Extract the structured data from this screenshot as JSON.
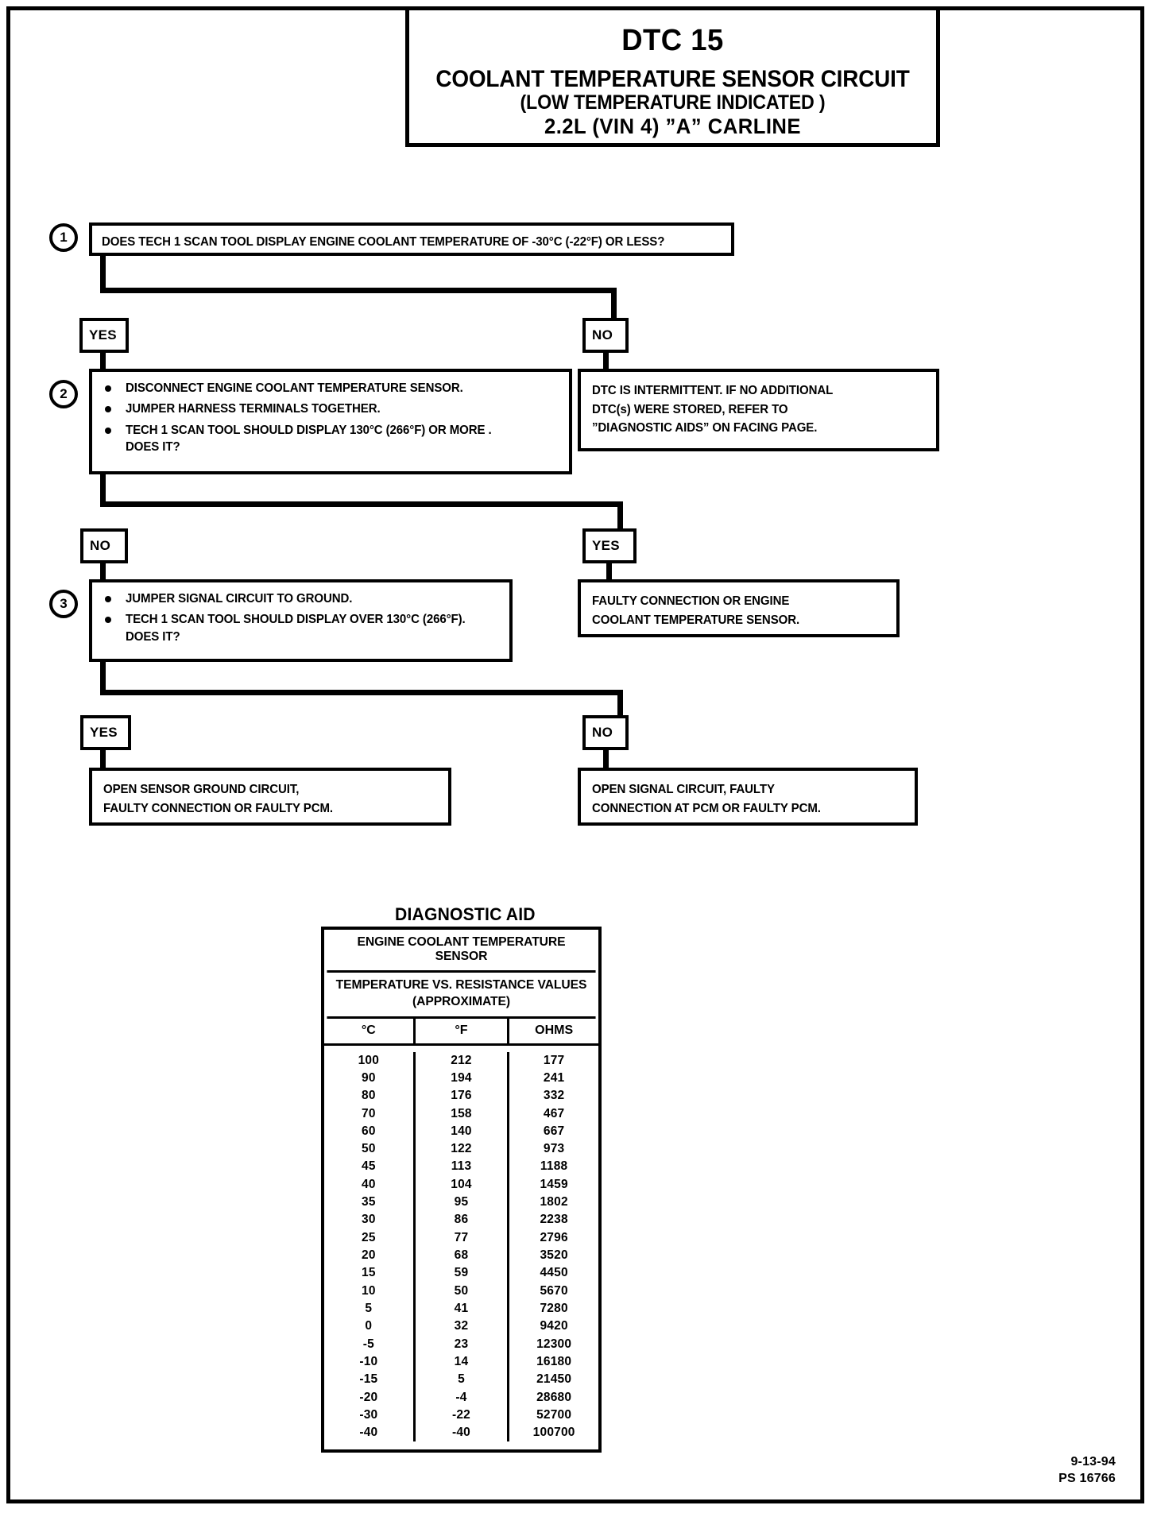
{
  "title": {
    "dtc": "DTC 15",
    "line1": "COOLANT TEMPERATURE SENSOR CIRCUIT",
    "line2": "(LOW TEMPERATURE INDICATED )",
    "line3": "2.2L  (VIN 4)  ”A”  CARLINE"
  },
  "steps": {
    "s1": {
      "number": "1",
      "text": "DOES TECH 1 SCAN TOOL DISPLAY ENGINE COOLANT TEMPERATURE OF -30°C  (-22°F) OR LESS?"
    },
    "s2": {
      "number": "2",
      "bullets": [
        "DISCONNECT ENGINE COOLANT TEMPERATURE SENSOR.",
        "JUMPER HARNESS TERMINALS TOGETHER.",
        "TECH 1 SCAN TOOL SHOULD DISPLAY 130°C (266°F) OR MORE .\nDOES IT?"
      ]
    },
    "s3": {
      "number": "3",
      "bullets": [
        "JUMPER SIGNAL CIRCUIT TO GROUND.",
        "TECH 1 SCAN TOOL SHOULD DISPLAY OVER 130°C (266°F).\nDOES IT?"
      ]
    }
  },
  "branches": {
    "yes1": "YES",
    "no1": "NO",
    "no2": "NO",
    "yes2": "YES",
    "yes3": "YES",
    "no3": "NO"
  },
  "outcomes": {
    "intermittent": "DTC IS INTERMITTENT.  IF NO ADDITIONAL\nDTC(s) WERE STORED, REFER TO\n”DIAGNOSTIC AIDS” ON FACING PAGE.",
    "faulty_connection": "FAULTY CONNECTION OR ENGINE\nCOOLANT TEMPERATURE SENSOR.",
    "open_ground": "OPEN SENSOR GROUND CIRCUIT,\nFAULTY CONNECTION OR FAULTY PCM.",
    "open_signal": "OPEN SIGNAL CIRCUIT, FAULTY\nCONNECTION AT PCM OR FAULTY PCM."
  },
  "diagnostic_aid": {
    "title": "DIAGNOSTIC AID",
    "header1": "ENGINE COOLANT TEMPERATURE SENSOR",
    "header2": "TEMPERATURE VS. RESISTANCE VALUES\n(APPROXIMATE)",
    "columns": [
      "°C",
      "°F",
      "OHMS"
    ],
    "rows": [
      [
        "100",
        "212",
        "177"
      ],
      [
        "90",
        "194",
        "241"
      ],
      [
        "80",
        "176",
        "332"
      ],
      [
        "70",
        "158",
        "467"
      ],
      [
        "60",
        "140",
        "667"
      ],
      [
        "50",
        "122",
        "973"
      ],
      [
        "45",
        "113",
        "1188"
      ],
      [
        "40",
        "104",
        "1459"
      ],
      [
        "35",
        "95",
        "1802"
      ],
      [
        "30",
        "86",
        "2238"
      ],
      [
        "25",
        "77",
        "2796"
      ],
      [
        "20",
        "68",
        "3520"
      ],
      [
        "15",
        "59",
        "4450"
      ],
      [
        "10",
        "50",
        "5670"
      ],
      [
        "5",
        "41",
        "7280"
      ],
      [
        "0",
        "32",
        "9420"
      ],
      [
        "-5",
        "23",
        "12300"
      ],
      [
        "-10",
        "14",
        "16180"
      ],
      [
        "-15",
        "5",
        "21450"
      ],
      [
        "-20",
        "-4",
        "28680"
      ],
      [
        "-30",
        "-22",
        "52700"
      ],
      [
        "-40",
        "-40",
        "100700"
      ]
    ]
  },
  "footer": {
    "date": "9-13-94",
    "code": "PS 16766"
  }
}
